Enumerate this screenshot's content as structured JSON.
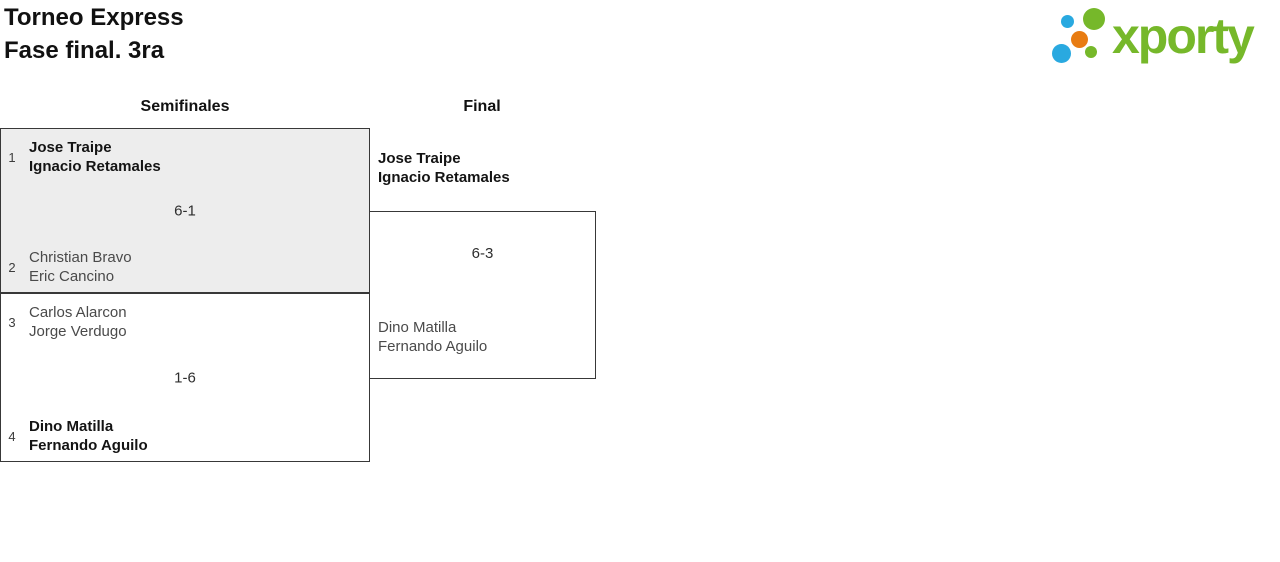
{
  "header": {
    "title_line1": "Torneo Express",
    "title_line2": "Fase final. 3ra"
  },
  "logo": {
    "wordmark": "xporty",
    "green": "#76b82a",
    "blue": "#29a9e0",
    "orange": "#e87c12"
  },
  "rounds": {
    "semifinals_label": "Semifinales",
    "final_label": "Final"
  },
  "semifinals": [
    {
      "team1": {
        "seed": "1",
        "players": [
          "Jose Traipe",
          "Ignacio Retamales"
        ],
        "winner": true
      },
      "score": "6-1",
      "team2": {
        "seed": "2",
        "players": [
          "Christian Bravo",
          "Eric Cancino"
        ],
        "winner": false
      }
    },
    {
      "team1": {
        "seed": "3",
        "players": [
          "Carlos Alarcon",
          "Jorge Verdugo"
        ],
        "winner": false
      },
      "score": "1-6",
      "team2": {
        "seed": "4",
        "players": [
          "Dino Matilla",
          "Fernando Aguilo"
        ],
        "winner": true
      }
    }
  ],
  "final": {
    "team1": {
      "players": [
        "Jose Traipe",
        "Ignacio Retamales"
      ],
      "winner": true
    },
    "score": "6-3",
    "team2": {
      "players": [
        "Dino Matilla",
        "Fernando Aguilo"
      ],
      "winner": false
    }
  }
}
